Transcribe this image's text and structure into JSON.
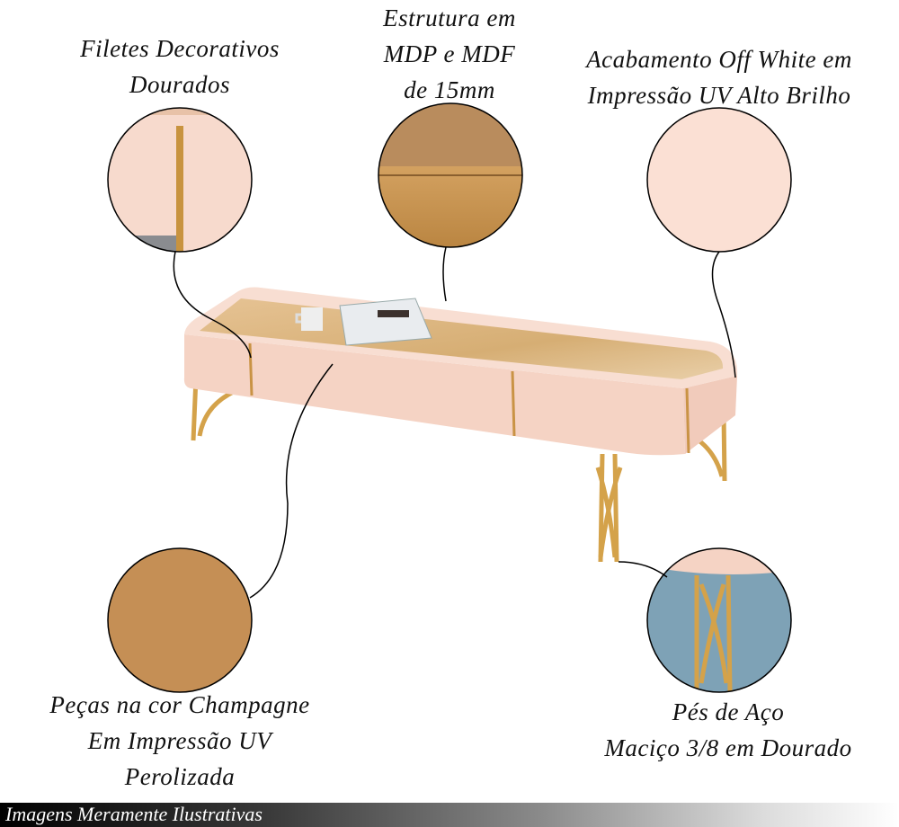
{
  "labels": {
    "filetes": [
      "Filetes Decorativos",
      "Dourados"
    ],
    "estrutura": [
      "Estrutura em",
      "MDP e MDF",
      "de 15mm"
    ],
    "acabamento": [
      "Acabamento Off White em",
      "Impressão UV Alto Brilho"
    ],
    "pecas": [
      "Peças na cor Champagne",
      "Em Impressão UV",
      "Perolizada"
    ],
    "pes": [
      "Pés de Aço",
      "Maciço 3/8 em Dourado"
    ]
  },
  "footer": {
    "text": "Imagens Meramente Ilustrativas"
  },
  "colors": {
    "offwhite": "#f7d9cc",
    "champagne": "#c8955a",
    "gold": "#d4a24a",
    "glass": "#d9b47e",
    "carpet": "#7da0b4"
  }
}
